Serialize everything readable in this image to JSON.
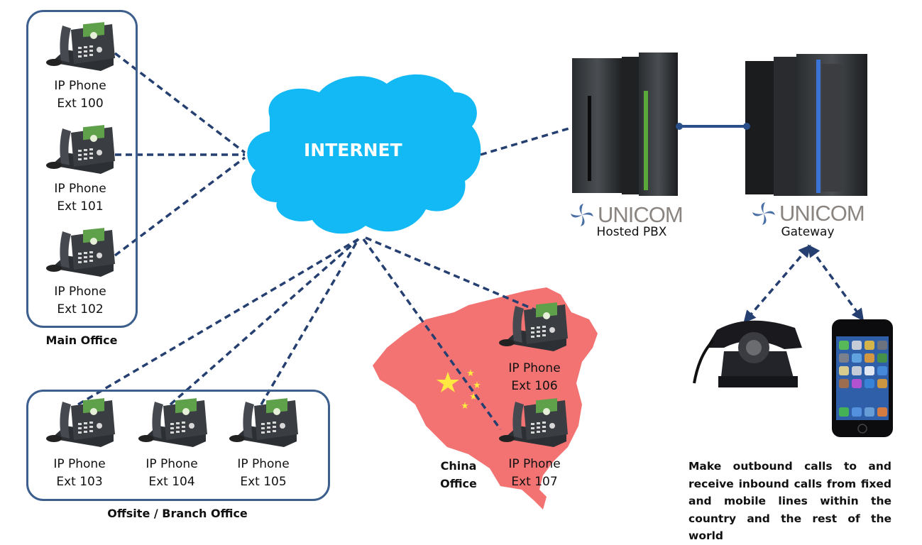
{
  "cloud": {
    "label": "INTERNET",
    "color": "#12b9f4"
  },
  "colors": {
    "link": "#243f70",
    "group_border": "#3d5f8e",
    "china_map": "#f37373",
    "star": "#ffe840",
    "brand_text": "#8a8580",
    "brand_swirl": "#4a6fa5"
  },
  "main_office": {
    "caption": "Main Office",
    "phones": [
      {
        "line1": "IP Phone",
        "line2": "Ext 100"
      },
      {
        "line1": "IP Phone",
        "line2": "Ext 101"
      },
      {
        "line1": "IP Phone",
        "line2": "Ext 102"
      }
    ]
  },
  "branch_office": {
    "caption": "Offsite / Branch Office",
    "phones": [
      {
        "line1": "IP Phone",
        "line2": "Ext 103"
      },
      {
        "line1": "IP Phone",
        "line2": "Ext 104"
      },
      {
        "line1": "IP Phone",
        "line2": "Ext 105"
      }
    ]
  },
  "china_office": {
    "caption_line1": "China",
    "caption_line2": "Office",
    "phones": [
      {
        "line1": "IP Phone",
        "line2": "Ext 106"
      },
      {
        "line1": "IP Phone",
        "line2": "Ext 107"
      }
    ]
  },
  "servers": {
    "pbx": {
      "brand": "UNICOM",
      "label": "Hosted PBX"
    },
    "gateway": {
      "brand": "UNICOM",
      "label": "Gateway"
    }
  },
  "endpoints": {
    "landline": "rotary-telephone",
    "mobile": "smartphone"
  },
  "note": {
    "lines": [
      "Make outbound calls to and",
      "receive inbound calls from fixed",
      "and mobile lines within the",
      "country and the rest of the world"
    ]
  }
}
